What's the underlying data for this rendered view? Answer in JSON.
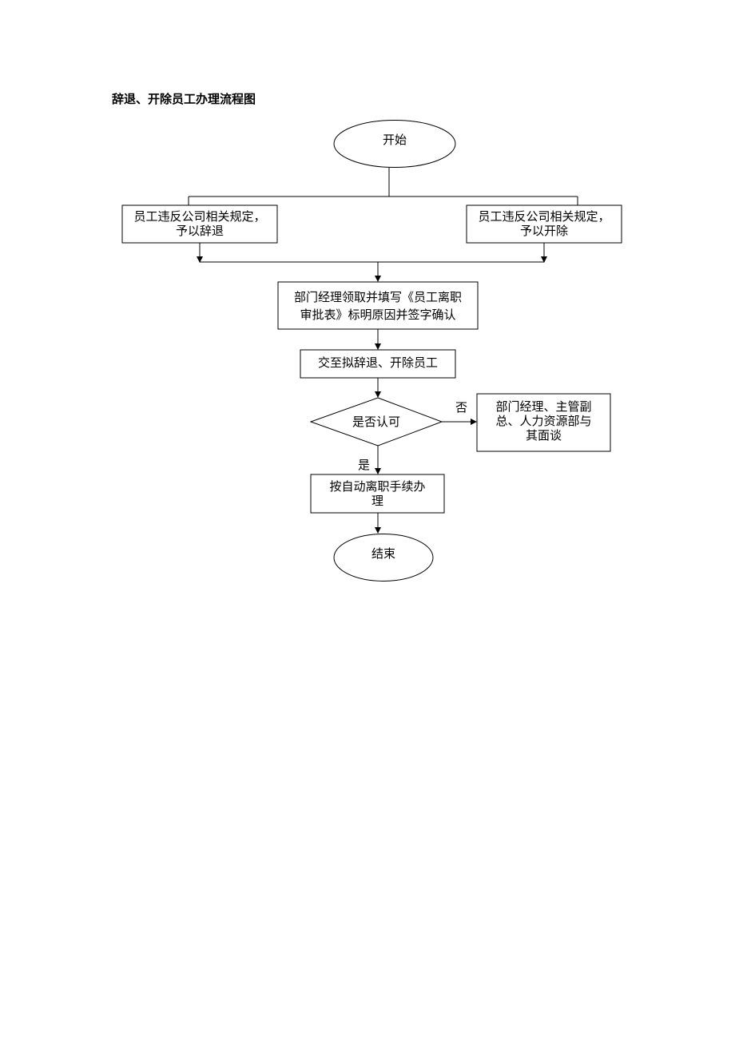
{
  "title": "辞退、开除员工办理流程图",
  "nodes": {
    "start": "开始",
    "resign_line1": "员工违反公司相关规定，",
    "resign_line2": "予以辞退",
    "fire_line1": "员工违反公司相关规定，",
    "fire_line2": "予以开除",
    "manager_line1": "部门经理领取并填写《员工离职",
    "manager_line2": "审批表》标明原因并签字确认",
    "submit": "交至拟辞退、开除员工",
    "decision": "是否认可",
    "talk_line1": "部门经理、主管副",
    "talk_line2": "总、人力资源部与",
    "talk_line3": "其面谈",
    "process_line1": "按自动离职手续办",
    "process_line2": "理",
    "end": "结束"
  },
  "edges": {
    "no": "否",
    "yes": "是"
  }
}
